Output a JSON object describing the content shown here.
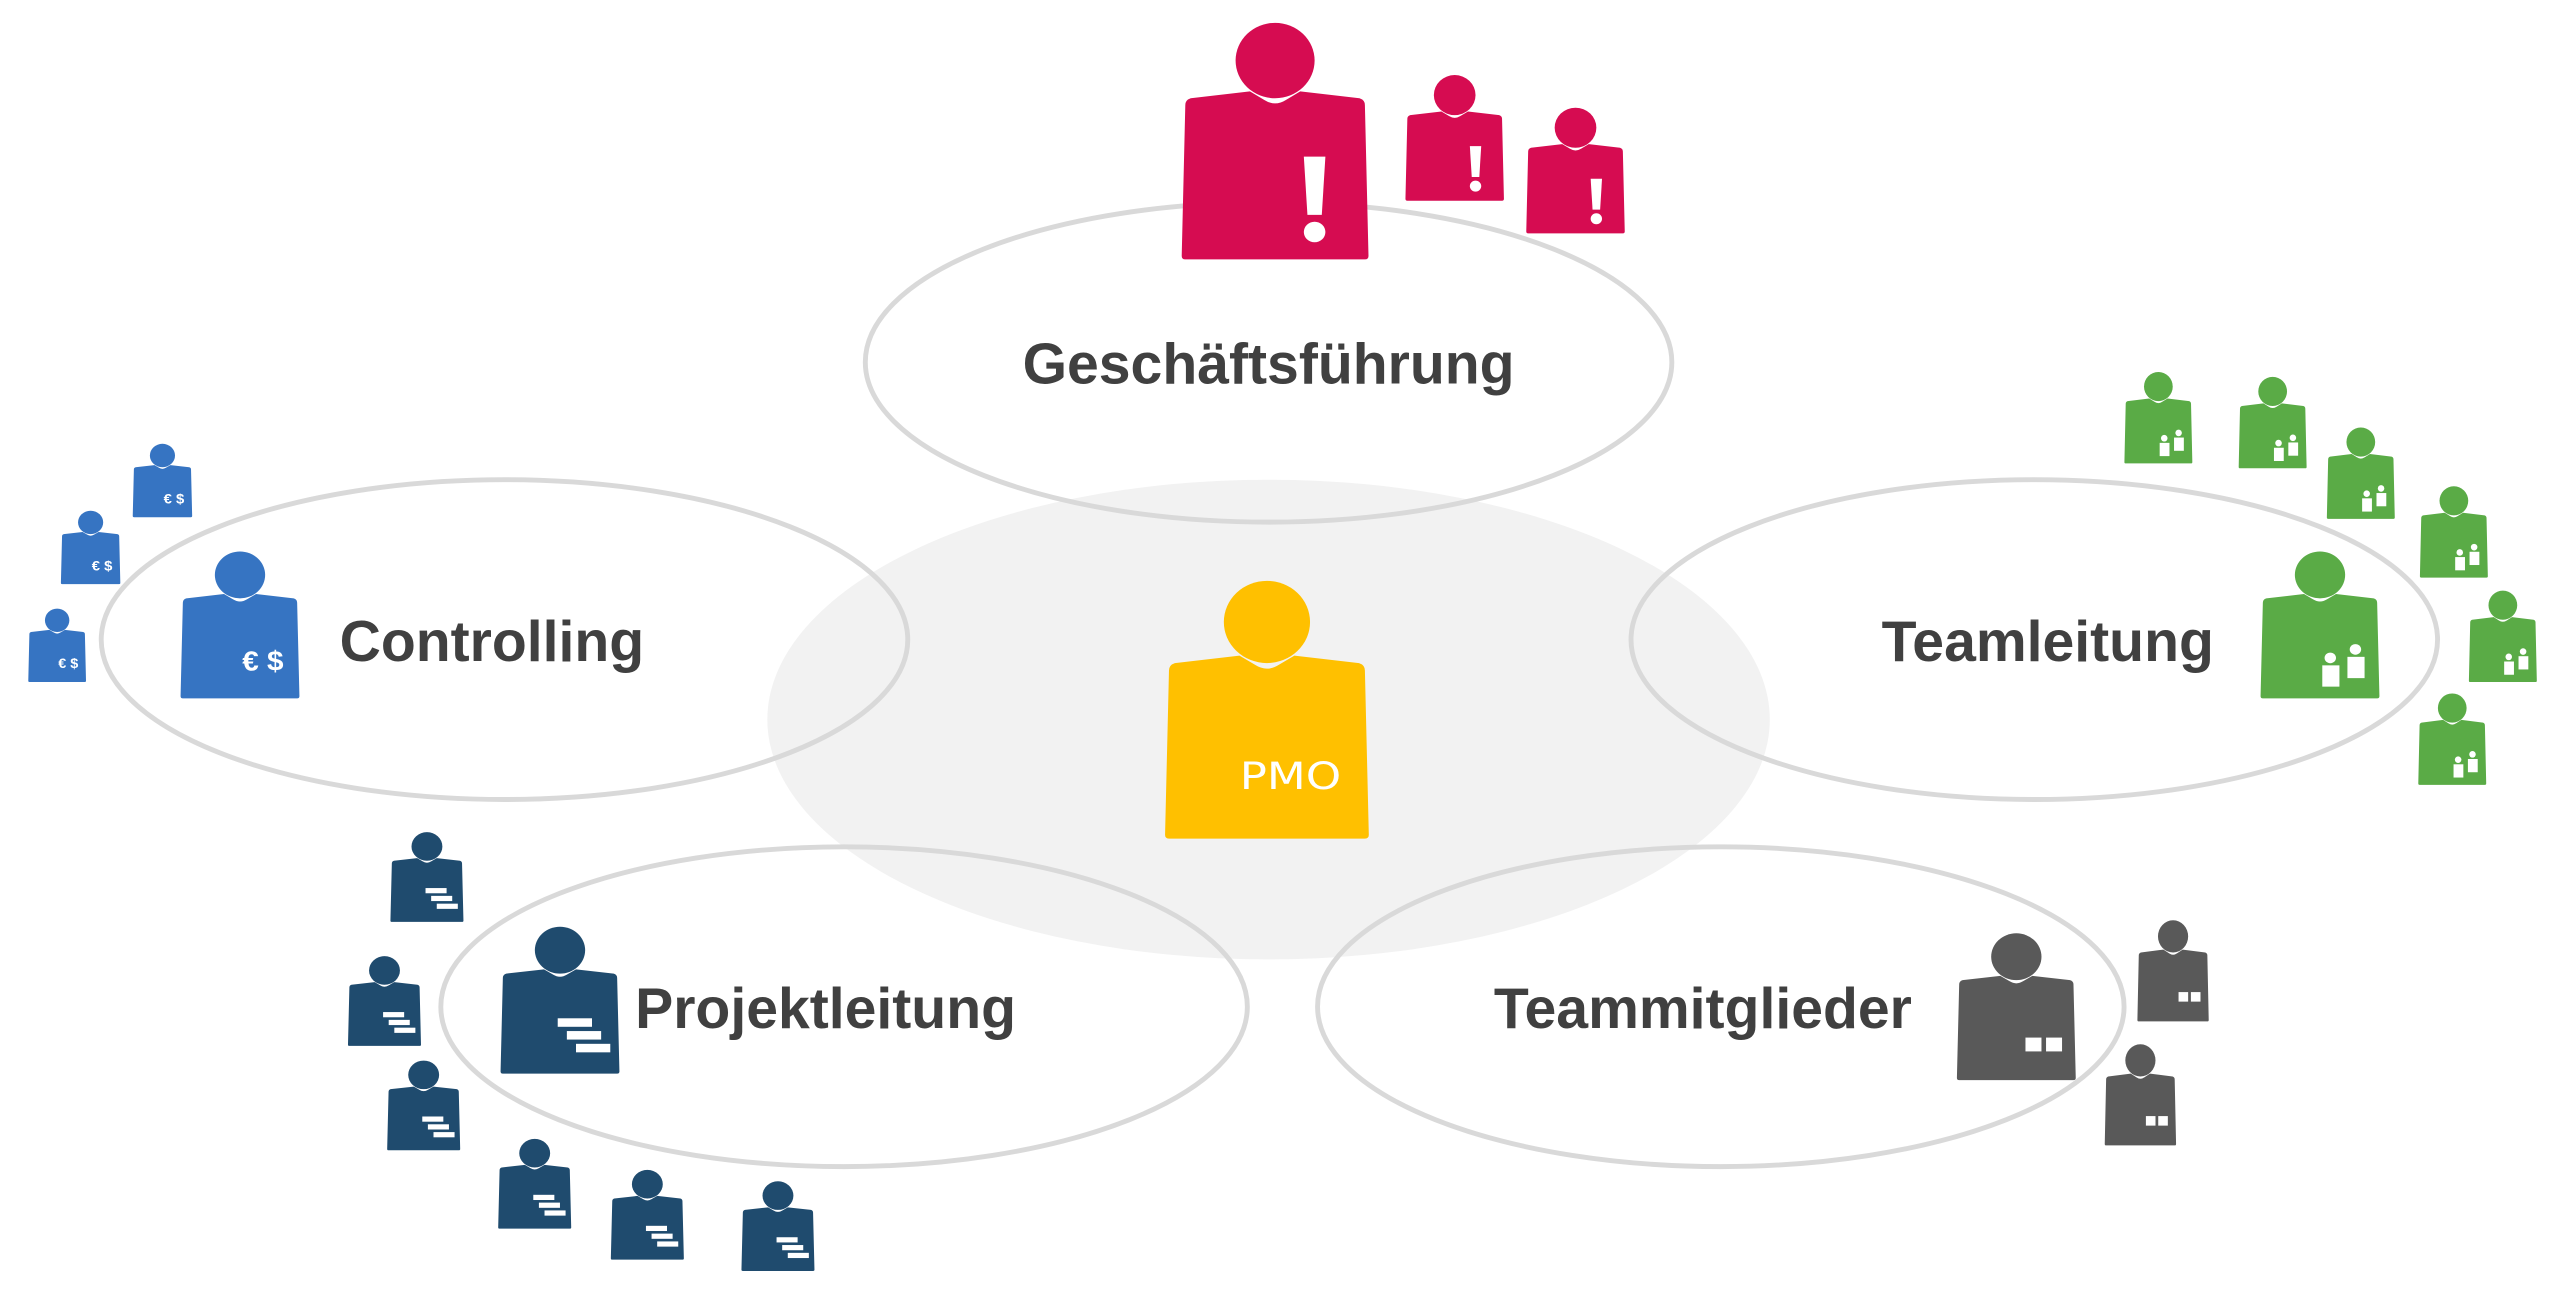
{
  "center": {
    "label": "PMO",
    "color": "#ffc000",
    "icon": "person-pmo-icon",
    "background": "#f2f2f2"
  },
  "roles": [
    {
      "id": "geschaeftsfuehrung",
      "label": "Geschäftsführung",
      "color": "#d60c51",
      "badge": "exclamation"
    },
    {
      "id": "controlling",
      "label": "Controlling",
      "color": "#3674c2",
      "badge": "euro-dollar",
      "badge_text": "€ $"
    },
    {
      "id": "teamleitung",
      "label": "Teamleitung",
      "color": "#5aab46",
      "badge": "team"
    },
    {
      "id": "projektleitung",
      "label": "Projektleitung",
      "color": "#1f4b6e",
      "badge": "gantt-bars"
    },
    {
      "id": "teammitglieder",
      "label": "Teammitglieder",
      "color": "#595959",
      "badge": "squares"
    }
  ],
  "ellipse_stroke": "#d9d9d9"
}
